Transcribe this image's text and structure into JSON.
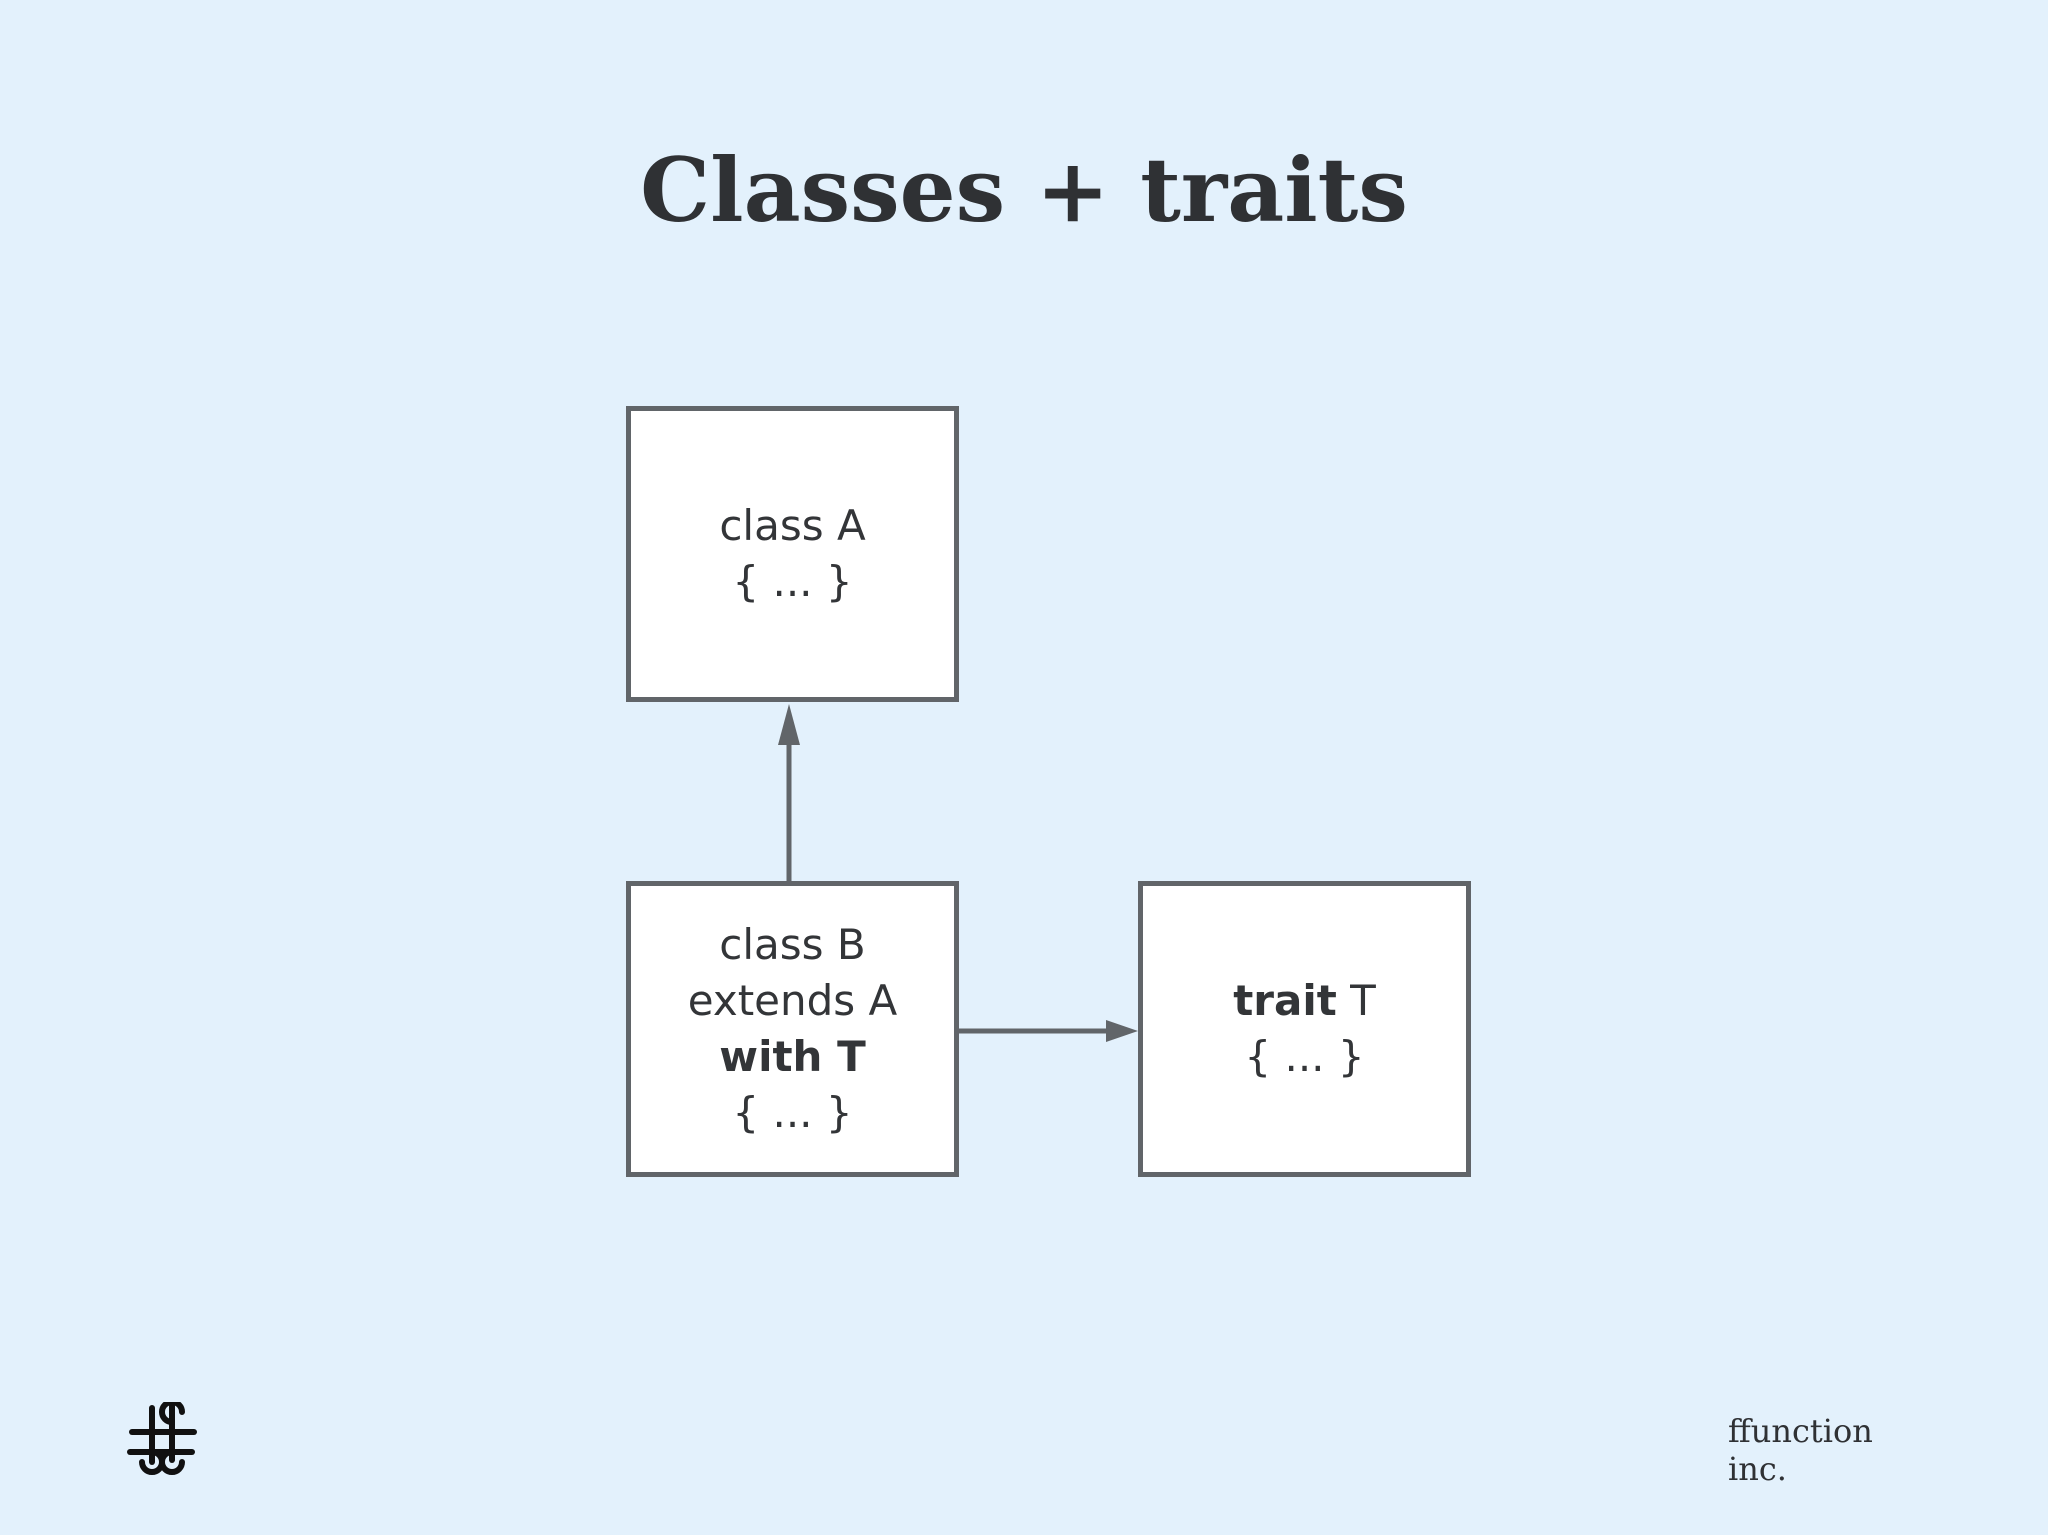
{
  "title": "Classes + traits",
  "nodes": {
    "class_a": {
      "line1": "class A",
      "line2": "{ ... }"
    },
    "class_b": {
      "line1": "class B",
      "line2": "extends A",
      "line3": "with T",
      "line4": "{ ... }"
    },
    "trait_t": {
      "keyword": "trait",
      "name": " T",
      "body": "{ ... }"
    }
  },
  "edges": [
    {
      "from": "class B",
      "to": "class A",
      "kind": "extends"
    },
    {
      "from": "class B",
      "to": "trait T",
      "kind": "with"
    }
  ],
  "footer": {
    "logo_icon": "command-key-icon",
    "company_line1": "ffunction",
    "company_line2": "inc."
  },
  "colors": {
    "background": "#e3f1fc",
    "box_fill": "#ffffff",
    "stroke": "#616569",
    "text": "#333538"
  }
}
